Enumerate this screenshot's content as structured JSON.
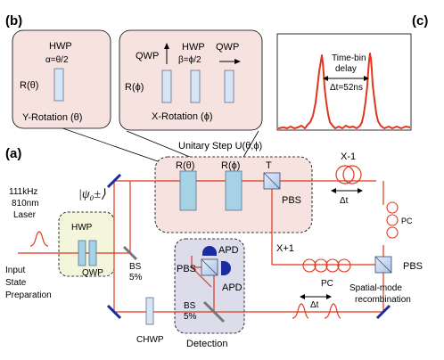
{
  "panels": {
    "a": "(a)",
    "b": "(b)",
    "c": "(c)"
  },
  "panel_b": {
    "y_rotation": {
      "hwp": "HWP",
      "alpha": "α=θ/2",
      "r_theta": "R(θ)",
      "caption": "Y-Rotation (θ)"
    },
    "x_rotation": {
      "qwp_left": "QWP",
      "hwp": "HWP",
      "beta": "β=ϕ/2",
      "qwp_right": "QWP",
      "r_phi": "R(ϕ)",
      "caption": "X-Rotation (ϕ)"
    }
  },
  "panel_c": {
    "label_line1": "Time-bin",
    "label_line2": "delay",
    "delta": "Δt=52ns"
  },
  "panel_a": {
    "unitary_title": "Unitary Step U(θ,ϕ)",
    "r_theta": "R(θ)",
    "r_phi": "R(ϕ)",
    "t_label": "T",
    "pbs_top": "PBS",
    "laser_line1": "111kHz",
    "laser_line2": "810nm",
    "laser_line3": "Laser",
    "psi_state": "|ψ₀±⟩",
    "hwp": "HWP",
    "qwp": "QWP",
    "input_line1": "Input",
    "input_line2": "State",
    "input_line3": "Preparation",
    "bs_left_line1": "BS",
    "bs_left_line2": "5%",
    "chwp": "CHWP",
    "apd_top": "APD",
    "apd_right": "APD",
    "pbs_detection": "PBS",
    "bs_bottom_line1": "BS",
    "bs_bottom_line2": "5%",
    "detection": "Detection",
    "x_minus": "X-1",
    "x_plus": "X+1",
    "delta_t_top": "Δt",
    "delta_t_bottom": "Δt",
    "pc_right": "PC",
    "pc_bottom": "PC",
    "pbs_right": "PBS",
    "recomb_line1": "Spatial-mode",
    "recomb_line2": "recombination"
  },
  "colors": {
    "beam": "#e0361d",
    "unitary_box": "#f6e3df",
    "prep_box": "#f4f6dc",
    "detection_box": "#dcdcea",
    "waveplate": "#a6d2e6",
    "waveplate_light": "#d7e6f4",
    "apd": "#1a2ca0",
    "mirror": "#1a2ca0",
    "grey_splitter": "#777777"
  }
}
